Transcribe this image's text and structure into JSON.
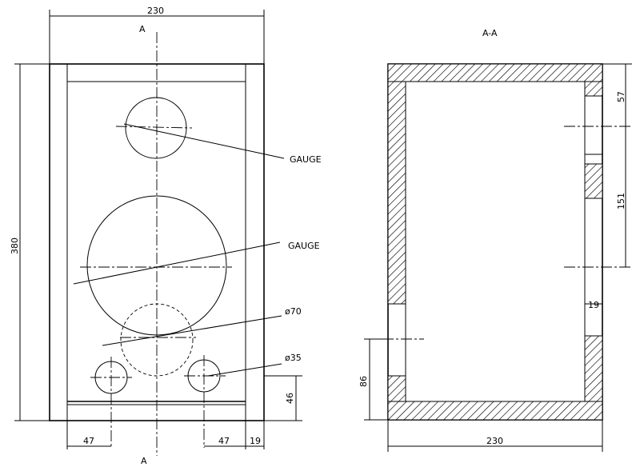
{
  "front_view": {
    "section_mark_top": "A",
    "section_mark_bottom": "A",
    "label_gauge_1": "GAUGE",
    "label_gauge_2": "GAUGE",
    "label_dia_70": "ø70",
    "label_dia_35": "ø35",
    "dim_width": "230",
    "dim_height": "380",
    "dim_left_offset": "47",
    "dim_right_offset": "47",
    "dim_side": "19",
    "dim_port_height": "46"
  },
  "section_view": {
    "title": "A-A",
    "dim_width": "230",
    "dim_top": "57",
    "dim_middle": "151",
    "dim_thickness": "19",
    "dim_bottom": "86"
  }
}
